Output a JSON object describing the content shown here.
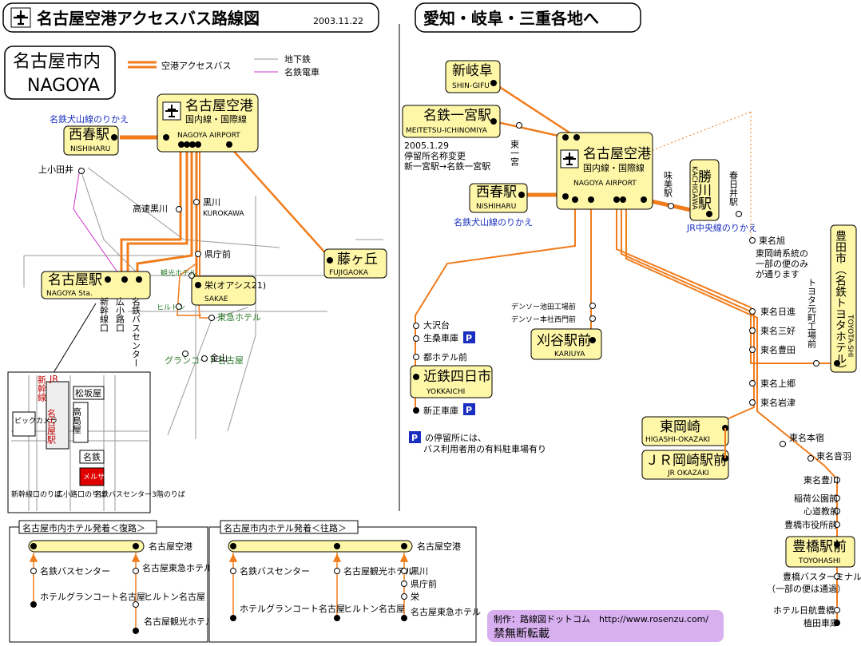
{
  "titles": {
    "main": "名古屋空港アクセスバス路線図",
    "date": "2003.11.22",
    "right": "愛知・岐阜・三重各地へ",
    "city_jp": "名古屋市内",
    "city_en": "NAGOYA"
  },
  "legend": {
    "bus": "空港アクセスバス",
    "subway": "地下鉄",
    "meitetsu": "名鉄電車"
  },
  "colors": {
    "route": "#f07c1c",
    "box": "#fff7a8",
    "subway": "#999999",
    "meitetsu": "#cc33cc",
    "parking": "#1a2fbf"
  },
  "left_map": {
    "airport_jp": "名古屋空港",
    "airport_sub": "国内線・国際線",
    "airport_en": "NAGOYA AIRPORT",
    "nishiharu_note": "名鉄犬山線のりかえ",
    "nishiharu_jp": "西春駅",
    "nishiharu_en": "NISHIHARU",
    "kamiotai": "上小田井",
    "kosoku": "高速黒川",
    "kurokawa_jp": "黒川",
    "kurokawa_en": "KUROKAWA",
    "kenchomae": "県庁前",
    "fujigaoka_jp": "藤ヶ丘",
    "fujigaoka_en": "FUJIGAOKA",
    "nagoya_jp": "名古屋駅",
    "nagoya_en": "NAGOYA Sta.",
    "shinkansen": "新幹線口",
    "hirokoji": "広小路口",
    "meitetsu_bc": "名鉄バスセンター",
    "kanko": "観光ホテル",
    "hilton": "ヒルトン",
    "sakae_jp": "栄(オアシス21)",
    "sakae_en": "SAKAE",
    "tokyu": "東急ホテル",
    "grand": "グランコート名古屋",
    "kanayama": "金山"
  },
  "inset": {
    "jr": "JR",
    "shinkansen": "新幹線",
    "matsuzakaya": "松坂屋",
    "bic": "ビックカメラ",
    "nagoya_sta": "名古屋駅",
    "takashimaya": "高島屋",
    "meitetsu": "名鉄",
    "melsa": "メルサ",
    "label1": "新幹線口のりば",
    "label2": "広小路口のりば",
    "label3": "名鉄バスセンター3階のりば"
  },
  "right_map": {
    "shingifu_jp": "新岐阜",
    "shingifu_en": "SHIN-GIFU",
    "ichinomiya_jp": "名鉄一宮駅",
    "ichinomiya_en": "MEITETSU-ICHINOMIYA",
    "higashi_ichinomiya": "東一宮",
    "rename_note": [
      "2005.1.29",
      "停留所名称変更",
      "新一宮駅→名鉄一宮駅"
    ],
    "airport_jp": "名古屋空港",
    "airport_sub": "国内線・国際線",
    "airport_en": "NAGOYA AIRPORT",
    "nishiharu_jp": "西春駅",
    "nishiharu_en": "NISHIHARU",
    "nishiharu_note": "名鉄犬山線のりかえ",
    "ajiyoshi": "味美駅",
    "kachigawa_jp": "勝川駅",
    "kachigawa_en": "KACHIGAWA",
    "kasugai": "春日井駅",
    "jr_chuo": "JR中央線のりかえ",
    "tomei_asahi": "東名旭",
    "okazaki_note": [
      "東岡崎系統の",
      "一部の便のみ",
      "が通ります"
    ],
    "toyota_jp": "豊田市（名鉄トヨタホテル）",
    "toyota_en": "TOYOTA-SHI",
    "toyota_motomachi": "トヨタ元町工場前",
    "tomei_nisshin": "東名日進",
    "tomei_miyoshi": "東名三好",
    "tomei_toyota": "東名豊田",
    "tomei_kamigo": "東名上郷",
    "tomei_iwazu": "東名岩津",
    "denso_ikeda": "デンソー池田工場前",
    "denso_honsha": "デンソー本社西門前",
    "kariya_jp": "刈谷駅前",
    "kariya_en": "KARIUYA",
    "osawadai": "大沢台",
    "ikuwa": "生桑車庫",
    "miyako": "都ホテル前",
    "yokkaichi_jp": "近鉄四日市",
    "yokkaichi_en": "YOKKAICHI",
    "shinsho": "新正車庫",
    "parking_note": [
      "の停留所には、",
      "バス利用者用の有料駐車場有り"
    ],
    "higashiokazaki_jp": "東岡崎",
    "higashiokazaki_en": "HIGASHI-OKAZAKI",
    "jrokazaki_jp": "ＪＲ岡崎駅前",
    "jrokazaki_en": "JR OKAZAKI",
    "tomei_honjuku": "東名本宿",
    "tomei_otowa": "東名音羽",
    "tomei_toyokawa": "東名豊川",
    "inari": "稲荷公園前",
    "shinmei": "心道教前",
    "toyohashi_city": "豊橋市役所前",
    "toyohashi_jp": "豊橋駅前",
    "toyohashi_en": "TOYOHASHI",
    "toyohashi_bt": "豊橋バスターミナル",
    "toyohashi_bt_note": "（一部の便は通過）",
    "nikko": "ホテル日航豊橋",
    "ueta": "植田車庫"
  },
  "bottom": {
    "return_title": "名古屋市内ホテル発着＜復路＞",
    "outbound_title": "名古屋市内ホテル発着＜往路＞",
    "airport": "名古屋空港",
    "bc": "名鉄バスセンター",
    "grand": "ホテルグランコート名古屋",
    "tokyu": "名古屋東急ホテル",
    "hilton": "ヒルトン名古屋",
    "kanko": "名古屋観光ホテル",
    "kurokawa": "黒川",
    "kenchomae": "県庁前",
    "sakae": "栄"
  },
  "credit": {
    "maker": "制作：路線図ドットコム　http://www.rosenzu.com/",
    "notice": "禁無断転載"
  }
}
